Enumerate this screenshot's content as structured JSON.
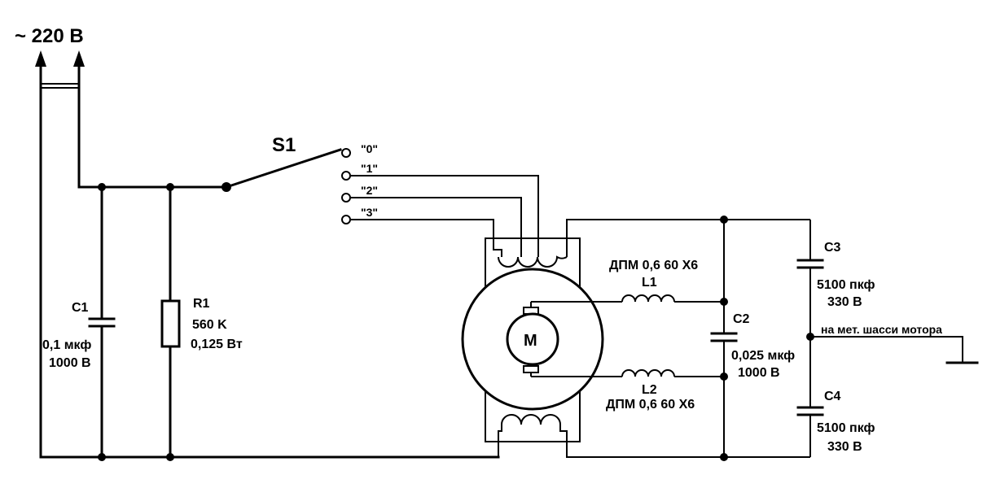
{
  "supply": {
    "label": "~ 220 В"
  },
  "switch": {
    "name": "S1",
    "positions": [
      "\"0\"",
      "\"1\"",
      "\"2\"",
      "\"3\""
    ]
  },
  "c1": {
    "name": "C1",
    "value": "0,1 мкф",
    "voltage": "1000 В"
  },
  "r1": {
    "name": "R1",
    "value": "560 K",
    "power": "0,125 Вт"
  },
  "motor": {
    "label": "M"
  },
  "l1": {
    "name": "L1",
    "type": "ДПМ 0,6  60 Х6"
  },
  "l2": {
    "name": "L2",
    "type": "ДПМ 0,6  60 Х6"
  },
  "c2": {
    "name": "C2",
    "value": "0,025 мкф",
    "voltage": "1000 В"
  },
  "c3": {
    "name": "C3",
    "value": "5100 пкф",
    "voltage": "330 В"
  },
  "c4": {
    "name": "C4",
    "value": "5100 пкф",
    "voltage": "330 В"
  },
  "chassis": {
    "label": "на мет. шасси мотора"
  }
}
